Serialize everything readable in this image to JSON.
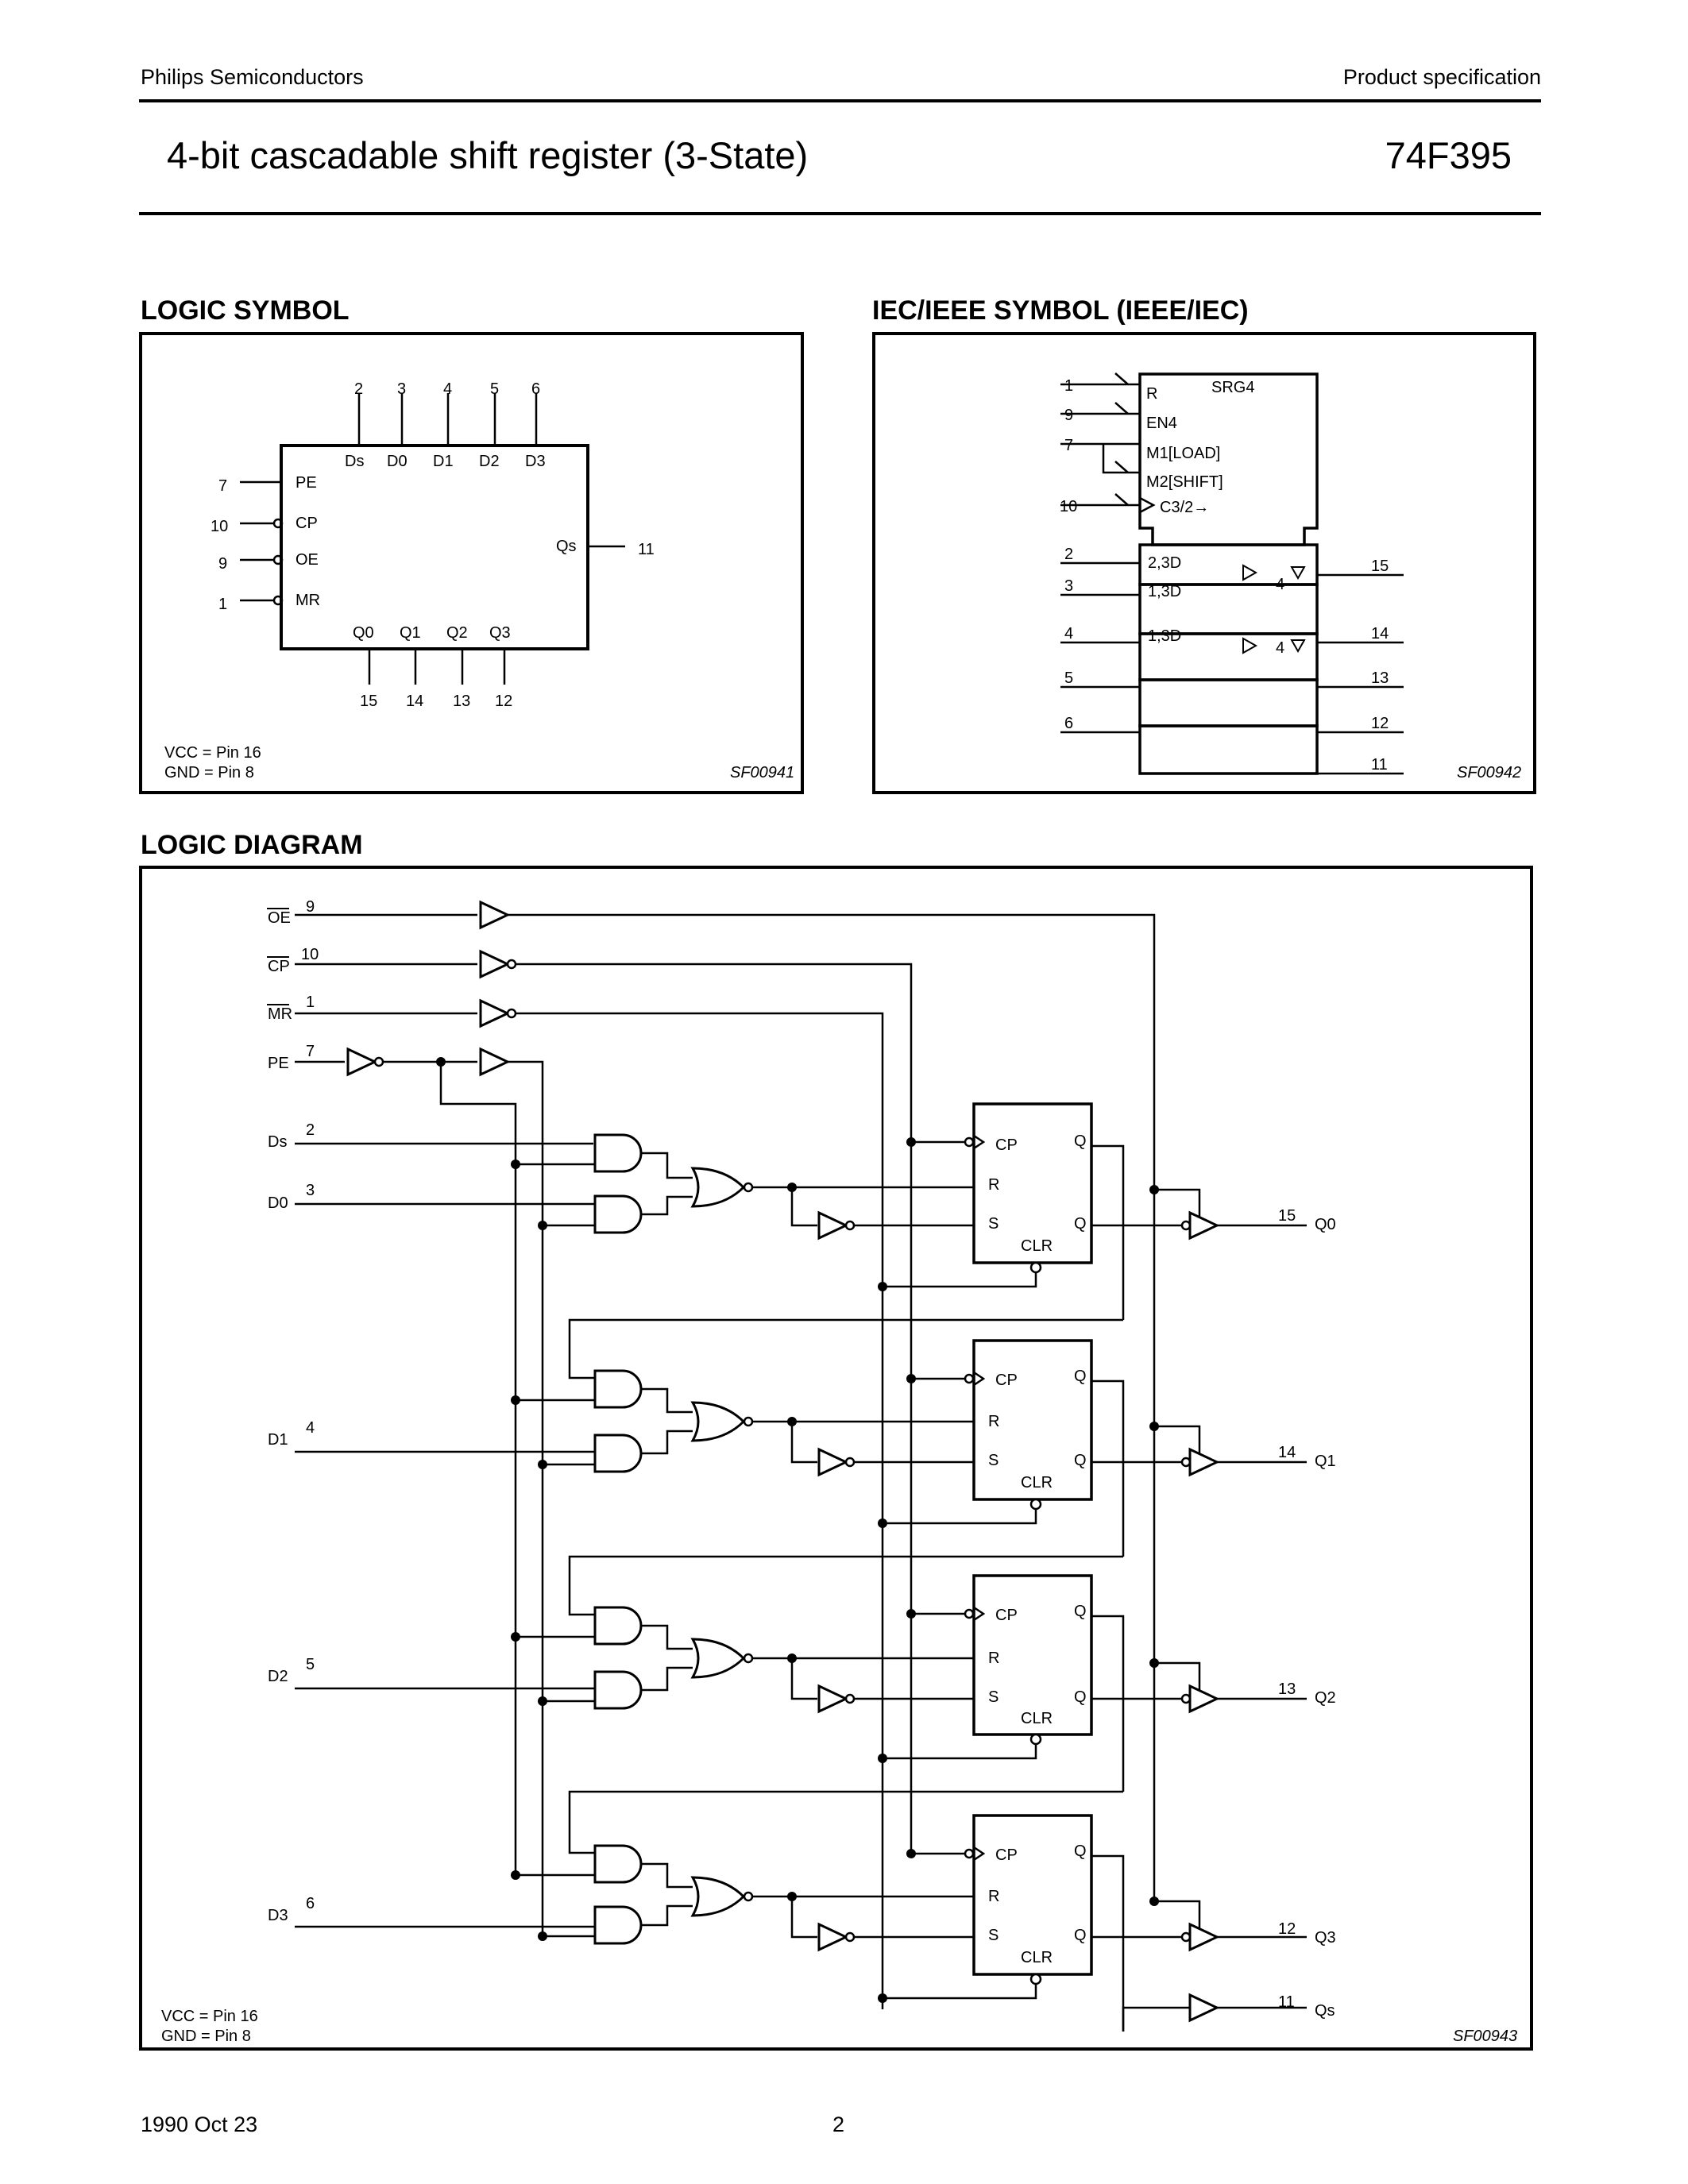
{
  "header": {
    "company": "Philips Semiconductors",
    "doc_type": "Product specification",
    "title": "4-bit cascadable shift register (3-State)",
    "part_number": "74F395"
  },
  "sections": {
    "logic_symbol": "LOGIC SYMBOL",
    "iec_symbol": "IEC/IEEE SYMBOL (IEEE/IEC)",
    "logic_diagram": "LOGIC DIAGRAM"
  },
  "logic_symbol": {
    "top_pins": [
      "2",
      "3",
      "4",
      "5",
      "6"
    ],
    "top_labels": [
      "Ds",
      "D0",
      "D1",
      "D2",
      "D3"
    ],
    "left_pins": [
      "7",
      "10",
      "9",
      "1"
    ],
    "left_labels": [
      "PE",
      "CP",
      "OE",
      "MR"
    ],
    "right_pin": "11",
    "right_label": "Qs",
    "bottom_labels": [
      "Q0",
      "Q1",
      "Q2",
      "Q3"
    ],
    "bottom_pins": [
      "15",
      "14",
      "13",
      "12"
    ],
    "power": [
      "VCC  =  Pin 16",
      "GND  =  Pin 8"
    ],
    "code": "SF00941"
  },
  "iec_symbol": {
    "title": "SRG4",
    "control_pins": [
      "1",
      "9",
      "7",
      "10"
    ],
    "control_labels": [
      "R",
      "EN4",
      "M1[LOAD]",
      "M2[SHIFT]",
      "C3/2→"
    ],
    "data_pins": [
      "2",
      "3",
      "4",
      "5",
      "6"
    ],
    "cell_labels": [
      "2,3D",
      "1,3D",
      "1,3D"
    ],
    "output_mark": "4",
    "output_pins": [
      "15",
      "14",
      "13",
      "12",
      "11"
    ],
    "code": "SF00942"
  },
  "logic_diagram": {
    "control_inputs": [
      {
        "name": "OE",
        "pin": "9"
      },
      {
        "name": "CP",
        "pin": "10"
      },
      {
        "name": "MR",
        "pin": "1"
      },
      {
        "name": "PE",
        "pin": "7"
      }
    ],
    "data_inputs": [
      {
        "name": "Ds",
        "pin": "2"
      },
      {
        "name": "D0",
        "pin": "3"
      },
      {
        "name": "D1",
        "pin": "4"
      },
      {
        "name": "D2",
        "pin": "5"
      },
      {
        "name": "D3",
        "pin": "6"
      }
    ],
    "ff_labels": {
      "cp": "CP",
      "q": "Q",
      "r": "R",
      "s": "S",
      "qbar": "Q",
      "clr": "CLR"
    },
    "outputs": [
      {
        "name": "Q0",
        "pin": "15"
      },
      {
        "name": "Q1",
        "pin": "14"
      },
      {
        "name": "Q2",
        "pin": "13"
      },
      {
        "name": "Q3",
        "pin": "12"
      },
      {
        "name": "Qs",
        "pin": "11"
      }
    ],
    "power": [
      "VCC = Pin 16",
      "GND = Pin 8"
    ],
    "code": "SF00943"
  },
  "footer": {
    "date": "1990 Oct 23",
    "page": "2"
  }
}
